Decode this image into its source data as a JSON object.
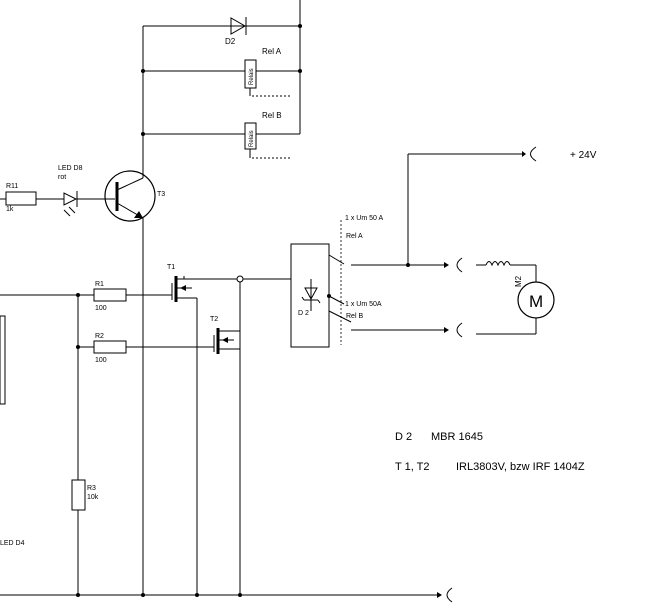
{
  "labels": {
    "d2_top": "D2",
    "rel_a_top": "Rel A",
    "rel_b_top": "Rel B",
    "relais_a": "Relais",
    "relais_b": "Relais",
    "r11": "R11",
    "r11_val": "1k",
    "led_d8": "LED D8",
    "led_d8_color": "rot",
    "t3": "T3",
    "plus_24v": "+ 24V",
    "contact_a_rating": "1 x Um 50 A",
    "contact_a_rel": "Rel A",
    "contact_b_rating": "1 x Um 50A",
    "contact_b_rel": "Rel B",
    "d2_mid": "D 2",
    "t1": "T1",
    "t2": "T2",
    "r1": "R1",
    "r1_val": "100",
    "r2": "R2",
    "r2_val": "100",
    "m2": "M2",
    "motor": "M",
    "r3": "R3",
    "r3_val": "10k",
    "led_d4": "LED D4"
  },
  "parts_list": {
    "d2_ref": "D 2",
    "d2_part": "MBR 1645",
    "t_ref": "T 1, T2",
    "t_part": "IRL3803V, bzw IRF 1404Z"
  }
}
